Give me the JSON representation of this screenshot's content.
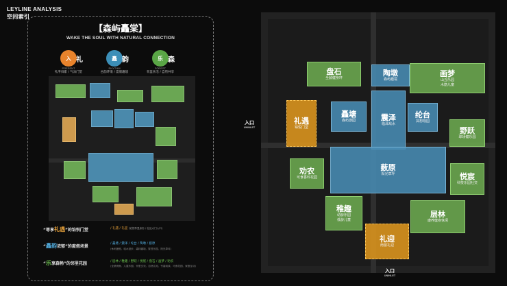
{
  "header": {
    "title_en": "LEYLINE ANALYSIS",
    "title_cn": "空间索引"
  },
  "card": {
    "title": "【森屿矗棠】",
    "subtitle": "WAKE THE SOUL WITH NATURAL CONNECTION",
    "badges": [
      {
        "icon": "入",
        "name": "礼",
        "en": "PRESENT",
        "desc": "礼序归家 / 气派门堂",
        "color": "#e8832c"
      },
      {
        "icon": "矗",
        "name": "韵",
        "en": "RHYTHM",
        "desc": "古韵环境 / 度假趣境",
        "color": "#3c8fb8"
      },
      {
        "icon": "乐",
        "name": "森",
        "en": "FOREST",
        "desc": "邻里乐活 / 自然共享",
        "color": "#5aa646"
      }
    ],
    "legend": [
      {
        "pre": "“尊享",
        "key": "礼遇",
        "post": "”的铂悦门堂",
        "key_color": "#e8a23a",
        "tags": "/ 礼遇 / 礼迎",
        "tags_note": "(铂悦彰显身份 / 社区大门入口)",
        "sub": ""
      },
      {
        "pre": "“",
        "key": "矗韵",
        "post": "浓郁”的度假场景",
        "key_color": "#4fa6d6",
        "tags": "/ 矗塘 / 震泽 / 纶台 / 陶墩 / 薮原",
        "tags_note": "",
        "sub": "(休闲度假、临水漫步、森林趣境、繁茂乐园、阳光草坪)"
      },
      {
        "pre": "“",
        "key": "乐",
        "post": "享森畅”的邻里花园",
        "key_color": "#6cc04e",
        "tags": "/ 层林 / 稚趣 / 野跃 / 悦宸 / 盘石 / 画梦 / 劝农",
        "tags_note": "",
        "sub": "(全龄健身、儿童乐园、邻里交流、自然认知、书香阅读、可食花园、家庭互动)"
      }
    ]
  },
  "map": {
    "zones": [
      {
        "name": "盘石",
        "desc": "全龄健身环",
        "type": "green"
      },
      {
        "name": "陶墩",
        "desc": "森屿趣境",
        "type": "blue"
      },
      {
        "name": "画梦",
        "desc": "山丘乐园\n木筋儿童",
        "type": "green"
      },
      {
        "name": "矗塘",
        "desc": "森屿游园",
        "type": "blue"
      },
      {
        "name": "震泽",
        "desc": "临泽戏水",
        "type": "blue"
      },
      {
        "name": "纶台",
        "desc": "冥想观园",
        "type": "blue"
      },
      {
        "name": "礼遇",
        "desc": "铂悦门堂",
        "type": "orange"
      },
      {
        "name": "野跃",
        "desc": "球场健乐园",
        "type": "green"
      },
      {
        "name": "薮原",
        "desc": "阳光草坪",
        "type": "blue"
      },
      {
        "name": "劝农",
        "desc": "可食香科花园",
        "type": "green"
      },
      {
        "name": "悦宸",
        "desc": "科技乐园社交",
        "type": "green"
      },
      {
        "name": "稚趣",
        "desc": "幼龄乐园\n低龄儿童",
        "type": "green"
      },
      {
        "name": "层林",
        "desc": "康养健身休闲",
        "type": "green"
      },
      {
        "name": "礼迎",
        "desc": "南窗礼迎",
        "type": "orange"
      }
    ],
    "entrances": [
      {
        "name": "入口",
        "en": "UNINLET"
      },
      {
        "name": "入口",
        "en": "UNINLET"
      }
    ]
  }
}
